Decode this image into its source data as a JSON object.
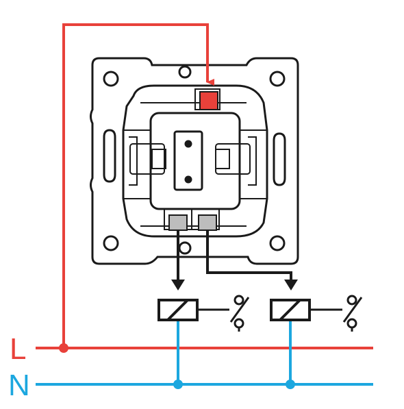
{
  "labels": {
    "line": "L",
    "neutral": "N"
  },
  "colors": {
    "line": "#e8413a",
    "neutral": "#1ca7df",
    "control": "#1a1a1a",
    "terminal_live": "#e8413a",
    "terminal_output": "#bdbdbd",
    "background": "#ffffff"
  },
  "components": {
    "switch": "push-button-switch",
    "relays": [
      "relay-1",
      "relay-2"
    ],
    "contacts": [
      "relay-1-contact",
      "relay-2-contact"
    ]
  }
}
